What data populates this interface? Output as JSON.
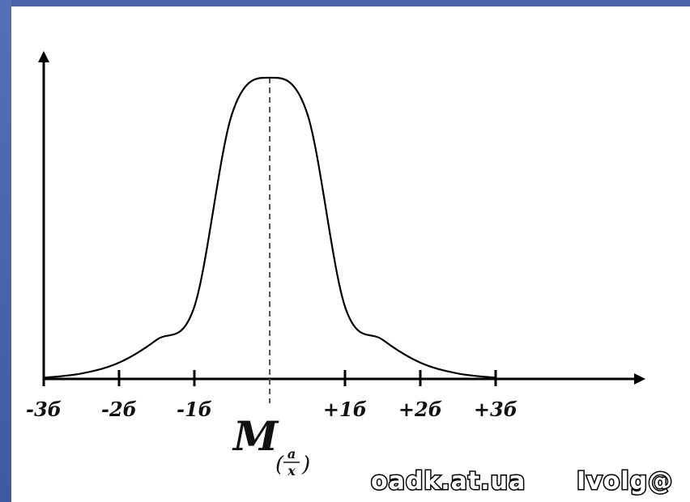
{
  "chart_data": {
    "type": "line",
    "series": [
      {
        "x": [
          -3,
          -2.5,
          -2,
          -1.5,
          -1,
          -0.5,
          0,
          0.5,
          1,
          1.5,
          2,
          2.5,
          3
        ],
        "y": [
          0.004,
          0.018,
          0.054,
          0.13,
          0.24,
          0.88,
          1.0,
          0.88,
          0.24,
          0.13,
          0.054,
          0.018,
          0.004
        ]
      }
    ],
    "xlim": [
      -3,
      3
    ],
    "tick_positions": [
      -3,
      -2,
      -1,
      1,
      2,
      3
    ],
    "tick_labels": [
      "-3б",
      "-2б",
      "-1б",
      "+1б",
      "+2б",
      "+3б"
    ],
    "mean_line": {
      "x": 0,
      "style": "dashed"
    },
    "mean_label": "M",
    "mean_label_subscript_numerator": "a",
    "mean_label_subscript_denominator": "x",
    "grid": false,
    "legend": "none"
  },
  "watermark": {
    "left": "oadk.at.ua",
    "right": "Ivolg@"
  },
  "colors": {
    "frame": "#4a63a8",
    "line": "#000000",
    "background": "#ffffff"
  }
}
